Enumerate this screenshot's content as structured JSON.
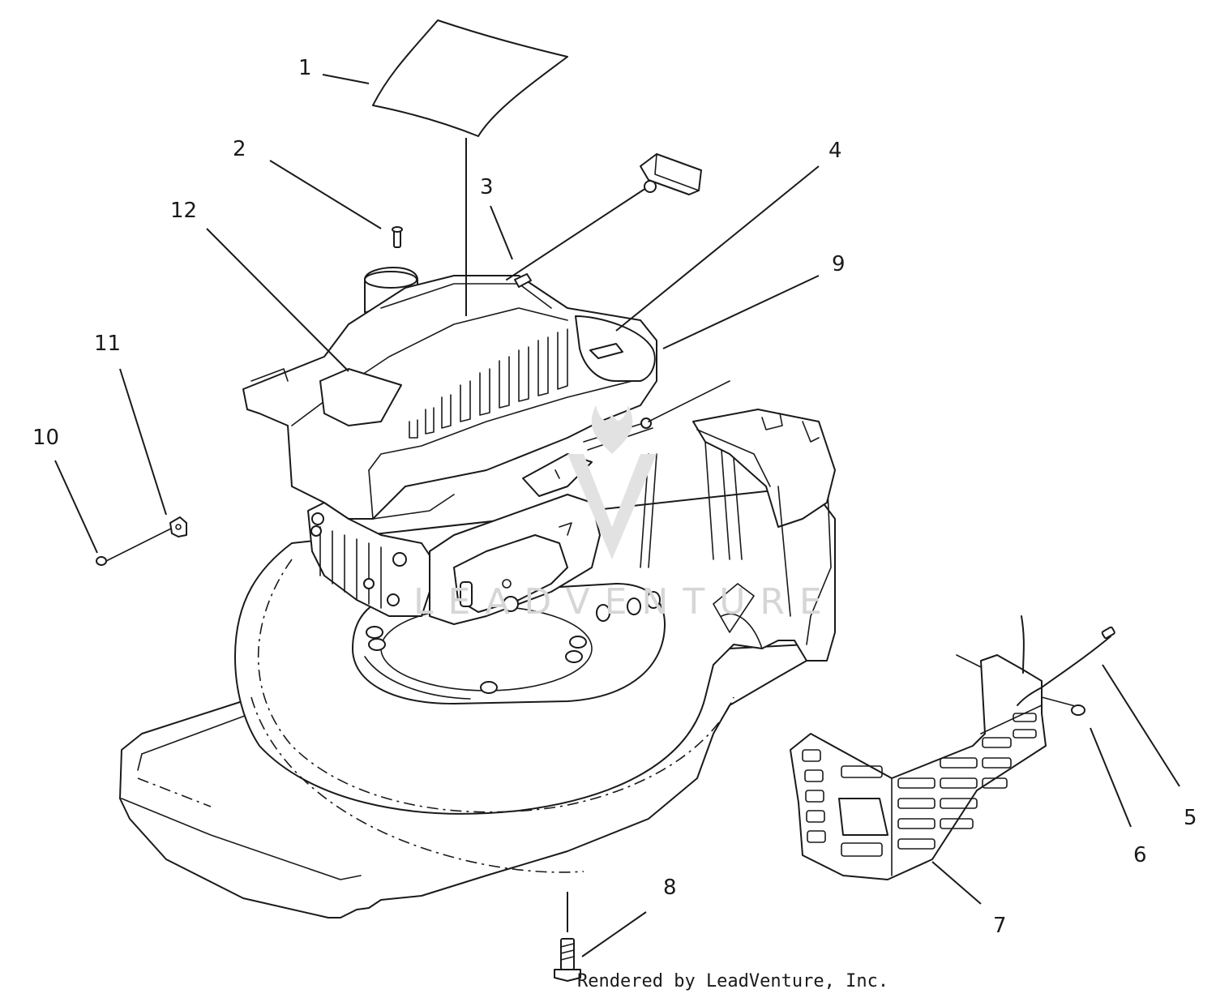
{
  "callouts": [
    {
      "id": "1",
      "label": "1"
    },
    {
      "id": "2",
      "label": "2"
    },
    {
      "id": "3",
      "label": "3"
    },
    {
      "id": "4",
      "label": "4"
    },
    {
      "id": "5",
      "label": "5"
    },
    {
      "id": "6",
      "label": "6"
    },
    {
      "id": "7",
      "label": "7"
    },
    {
      "id": "8",
      "label": "8"
    },
    {
      "id": "9",
      "label": "9"
    },
    {
      "id": "10",
      "label": "10"
    },
    {
      "id": "11",
      "label": "11"
    },
    {
      "id": "12",
      "label": "12"
    }
  ],
  "watermark": {
    "text": "LEADVENTURE"
  },
  "credit": {
    "text": "Rendered by LeadVenture, Inc."
  },
  "colors": {
    "line": "#1a1a1a",
    "background": "#ffffff",
    "watermark": "#d6d6d6"
  }
}
